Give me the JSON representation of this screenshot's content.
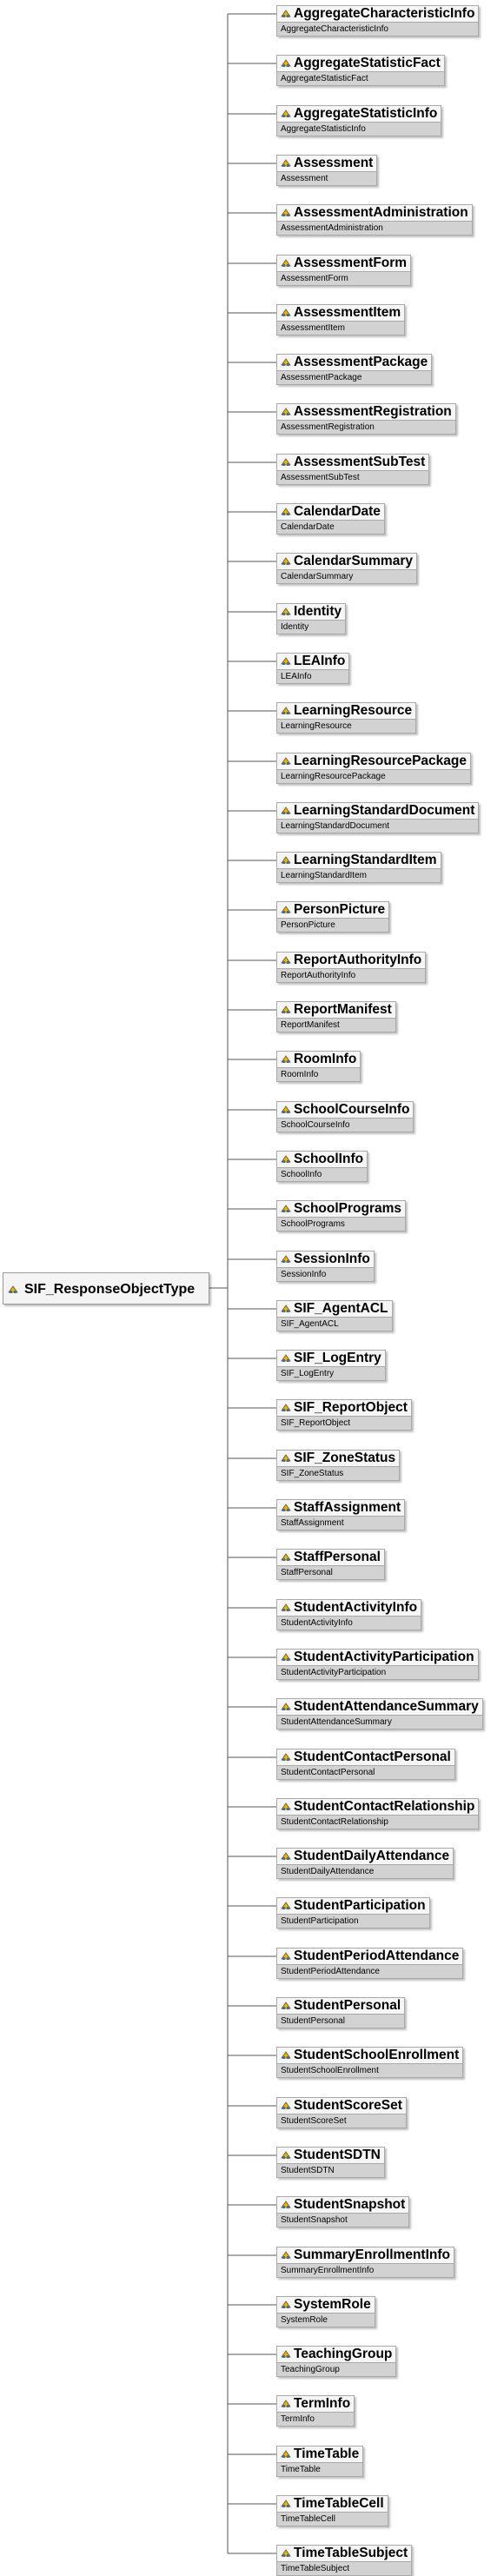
{
  "root": {
    "name": "SIF_ResponseObjectType",
    "icon": "element-icon"
  },
  "children": [
    {
      "name": "AggregateCharacteristicInfo",
      "type": "AggregateCharacteristicInfo"
    },
    {
      "name": "AggregateStatisticFact",
      "type": "AggregateStatisticFact"
    },
    {
      "name": "AggregateStatisticInfo",
      "type": "AggregateStatisticInfo"
    },
    {
      "name": "Assessment",
      "type": "Assessment"
    },
    {
      "name": "AssessmentAdministration",
      "type": "AssessmentAdministration"
    },
    {
      "name": "AssessmentForm",
      "type": "AssessmentForm"
    },
    {
      "name": "AssessmentItem",
      "type": "AssessmentItem"
    },
    {
      "name": "AssessmentPackage",
      "type": "AssessmentPackage"
    },
    {
      "name": "AssessmentRegistration",
      "type": "AssessmentRegistration"
    },
    {
      "name": "AssessmentSubTest",
      "type": "AssessmentSubTest"
    },
    {
      "name": "CalendarDate",
      "type": "CalendarDate"
    },
    {
      "name": "CalendarSummary",
      "type": "CalendarSummary"
    },
    {
      "name": "Identity",
      "type": "Identity"
    },
    {
      "name": "LEAInfo",
      "type": "LEAInfo"
    },
    {
      "name": "LearningResource",
      "type": "LearningResource"
    },
    {
      "name": "LearningResourcePackage",
      "type": "LearningResourcePackage"
    },
    {
      "name": "LearningStandardDocument",
      "type": "LearningStandardDocument"
    },
    {
      "name": "LearningStandardItem",
      "type": "LearningStandardItem"
    },
    {
      "name": "PersonPicture",
      "type": "PersonPicture"
    },
    {
      "name": "ReportAuthorityInfo",
      "type": "ReportAuthorityInfo"
    },
    {
      "name": "ReportManifest",
      "type": "ReportManifest"
    },
    {
      "name": "RoomInfo",
      "type": "RoomInfo"
    },
    {
      "name": "SchoolCourseInfo",
      "type": "SchoolCourseInfo"
    },
    {
      "name": "SchoolInfo",
      "type": "SchoolInfo"
    },
    {
      "name": "SchoolPrograms",
      "type": "SchoolPrograms"
    },
    {
      "name": "SessionInfo",
      "type": "SessionInfo"
    },
    {
      "name": "SIF_AgentACL",
      "type": "SIF_AgentACL"
    },
    {
      "name": "SIF_LogEntry",
      "type": "SIF_LogEntry"
    },
    {
      "name": "SIF_ReportObject",
      "type": "SIF_ReportObject"
    },
    {
      "name": "SIF_ZoneStatus",
      "type": "SIF_ZoneStatus"
    },
    {
      "name": "StaffAssignment",
      "type": "StaffAssignment"
    },
    {
      "name": "StaffPersonal",
      "type": "StaffPersonal"
    },
    {
      "name": "StudentActivityInfo",
      "type": "StudentActivityInfo"
    },
    {
      "name": "StudentActivityParticipation",
      "type": "StudentActivityParticipation"
    },
    {
      "name": "StudentAttendanceSummary",
      "type": "StudentAttendanceSummary"
    },
    {
      "name": "StudentContactPersonal",
      "type": "StudentContactPersonal"
    },
    {
      "name": "StudentContactRelationship",
      "type": "StudentContactRelationship"
    },
    {
      "name": "StudentDailyAttendance",
      "type": "StudentDailyAttendance"
    },
    {
      "name": "StudentParticipation",
      "type": "StudentParticipation"
    },
    {
      "name": "StudentPeriodAttendance",
      "type": "StudentPeriodAttendance"
    },
    {
      "name": "StudentPersonal",
      "type": "StudentPersonal"
    },
    {
      "name": "StudentSchoolEnrollment",
      "type": "StudentSchoolEnrollment"
    },
    {
      "name": "StudentScoreSet",
      "type": "StudentScoreSet"
    },
    {
      "name": "StudentSDTN",
      "type": "StudentSDTN"
    },
    {
      "name": "StudentSnapshot",
      "type": "StudentSnapshot"
    },
    {
      "name": "SummaryEnrollmentInfo",
      "type": "SummaryEnrollmentInfo"
    },
    {
      "name": "SystemRole",
      "type": "SystemRole"
    },
    {
      "name": "TeachingGroup",
      "type": "TeachingGroup"
    },
    {
      "name": "TermInfo",
      "type": "TermInfo"
    },
    {
      "name": "TimeTable",
      "type": "TimeTable"
    },
    {
      "name": "TimeTableCell",
      "type": "TimeTableCell"
    },
    {
      "name": "TimeTableSubject",
      "type": "TimeTableSubject"
    }
  ],
  "colors": {
    "line": "#555555",
    "box_border": "#a9a9a9",
    "head_bg": "#f6f6f6",
    "sub_bg": "#d2d2d2"
  }
}
